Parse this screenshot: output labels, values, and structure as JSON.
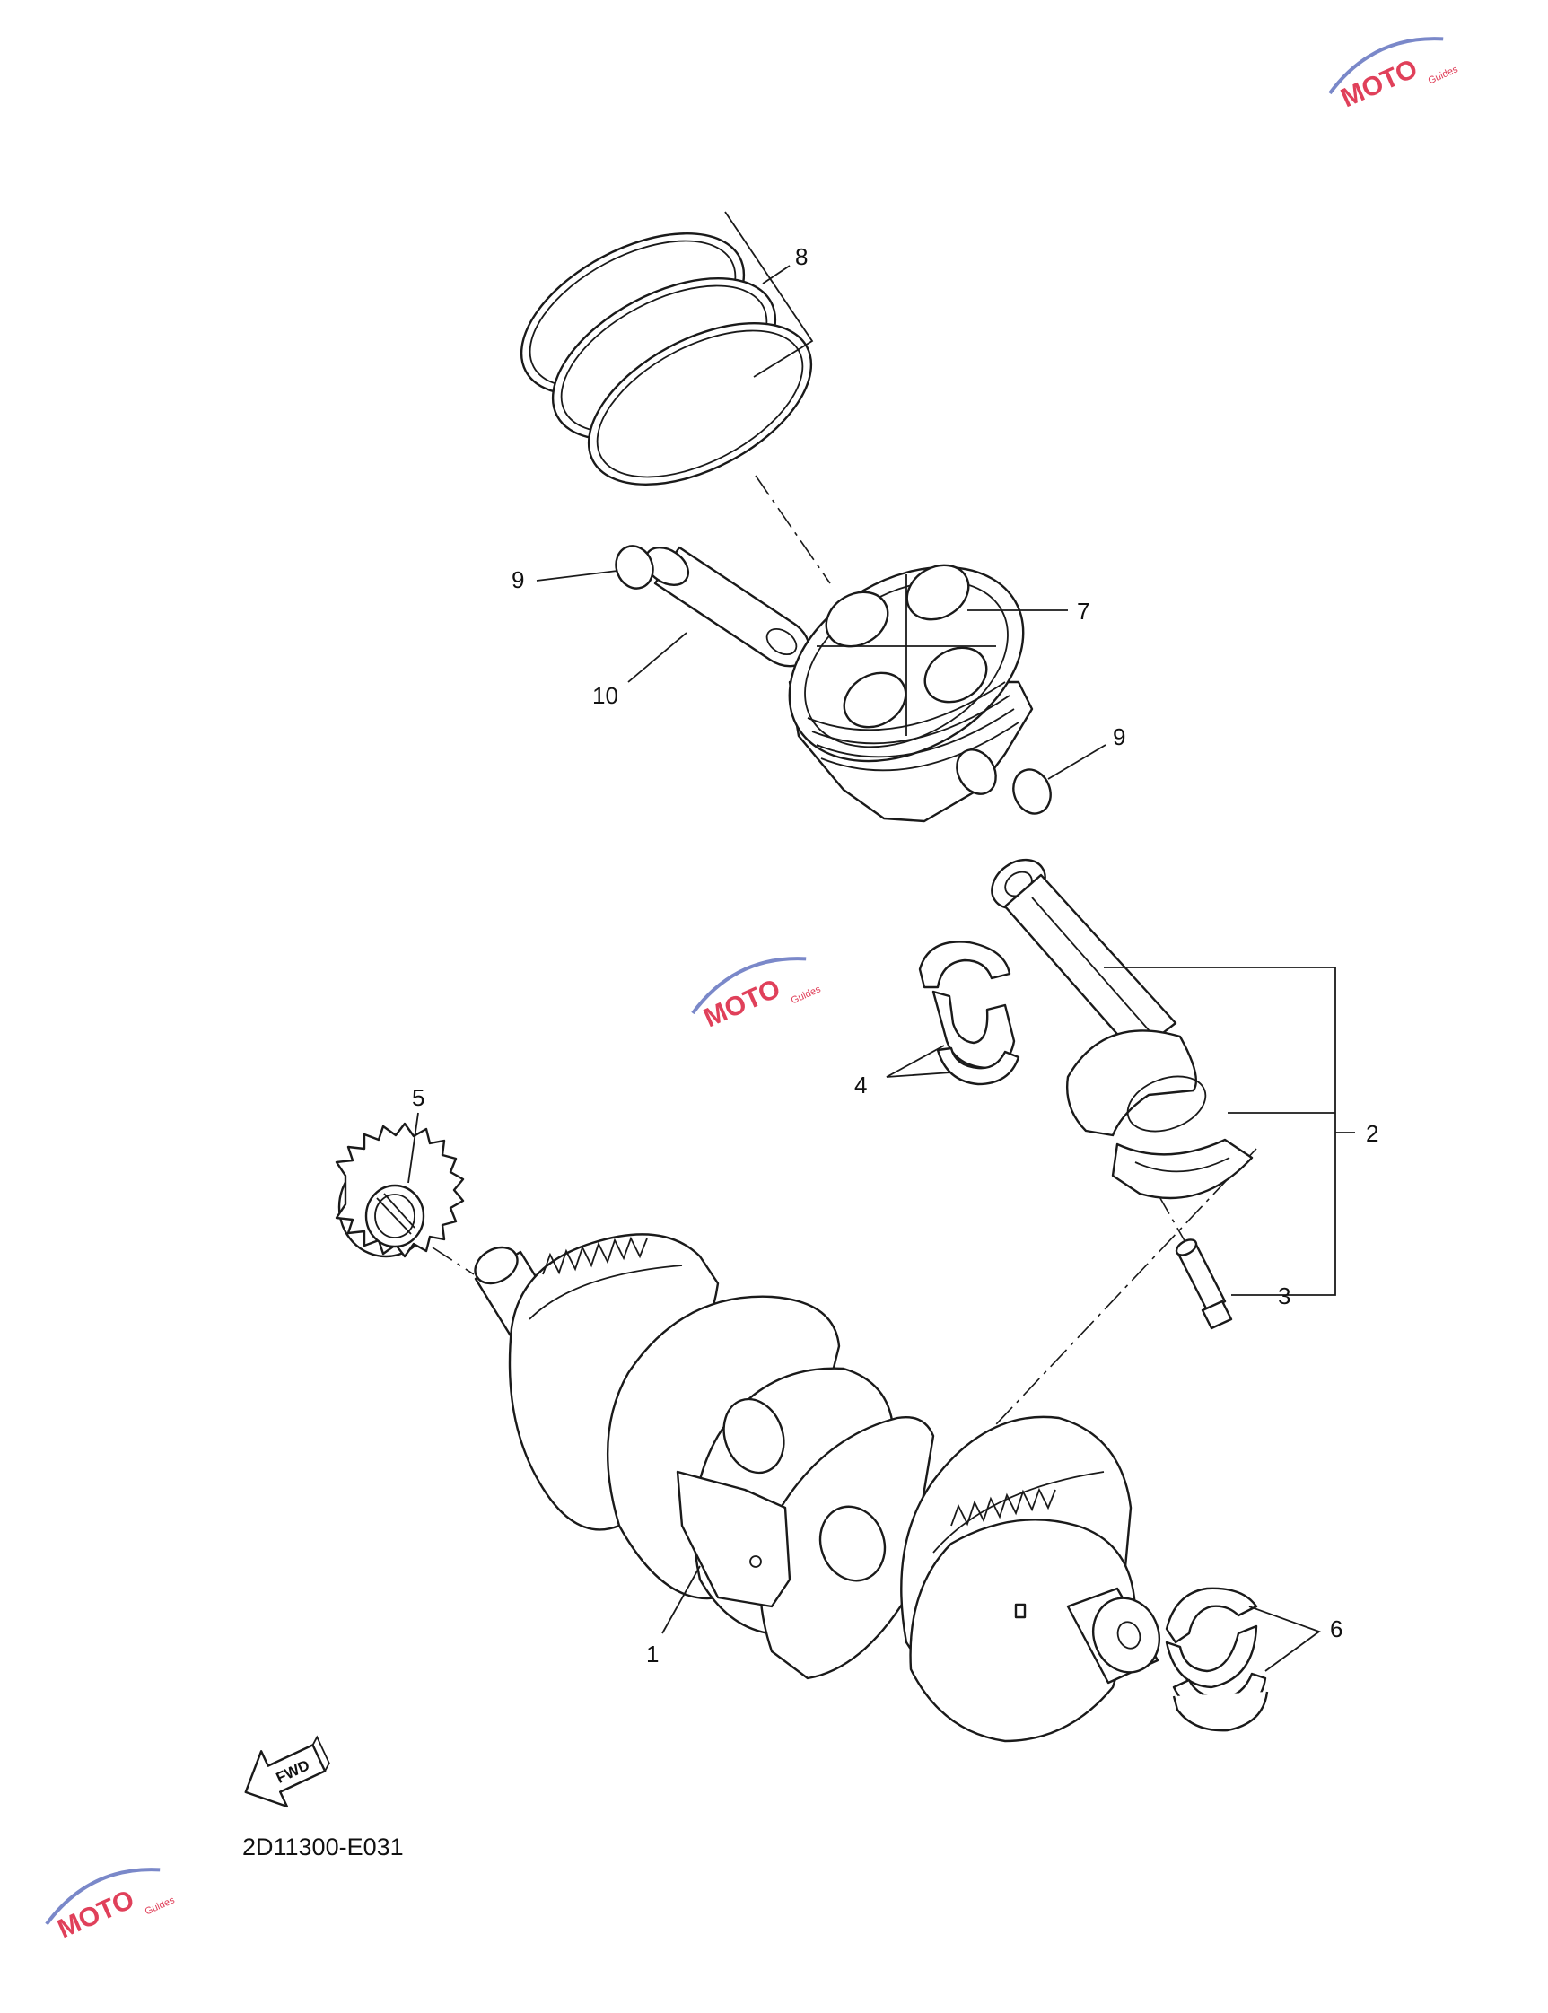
{
  "diagram_code": "2D11300-E031",
  "fwd_label": "FWD",
  "watermark": {
    "brand": "MOTO",
    "sub": "Guides",
    "accent_color": "#e0405a"
  },
  "callouts": {
    "c1": "1",
    "c2": "2",
    "c3": "3",
    "c4": "4",
    "c5": "5",
    "c6": "6",
    "c7": "7",
    "c8": "8",
    "c9a": "9",
    "c9b": "9",
    "c10": "10"
  },
  "parts": [
    {
      "callout": "1",
      "part": "crankshaft"
    },
    {
      "callout": "2",
      "part": "connecting-rod-assembly"
    },
    {
      "callout": "3",
      "part": "connecting-rod-bolt"
    },
    {
      "callout": "4",
      "part": "big-end-bearing"
    },
    {
      "callout": "5",
      "part": "gear"
    },
    {
      "callout": "6",
      "part": "main-bearing"
    },
    {
      "callout": "7",
      "part": "piston"
    },
    {
      "callout": "8",
      "part": "piston-ring-set"
    },
    {
      "callout": "9",
      "part": "piston-pin-clip"
    },
    {
      "callout": "10",
      "part": "piston-pin"
    }
  ]
}
